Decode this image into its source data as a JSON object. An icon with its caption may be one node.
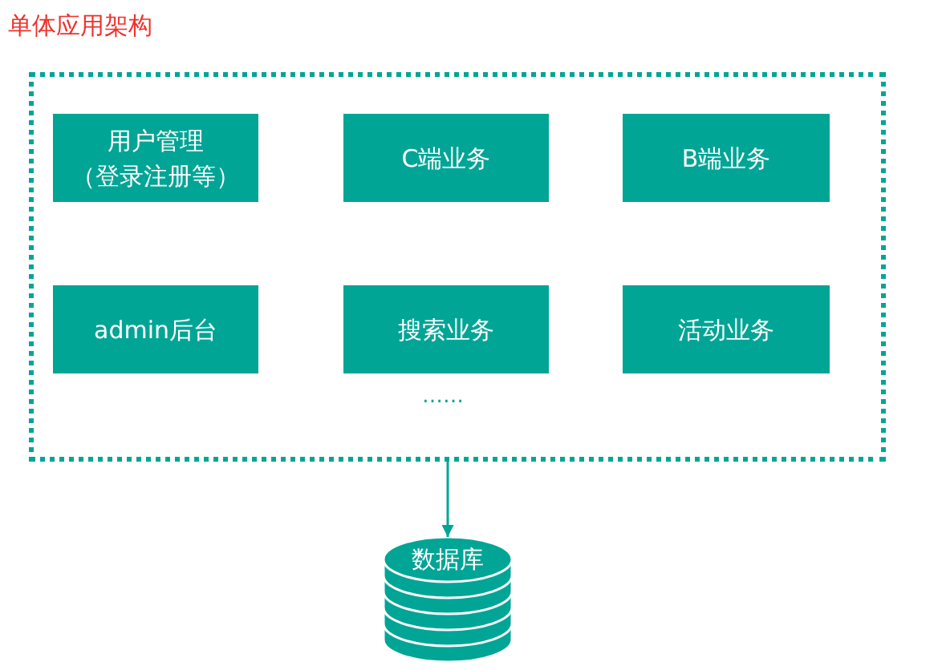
{
  "diagram": {
    "title": "单体应用架构",
    "nodes": [
      {
        "text": [],
        "shape": "box"
      },
      {
        "text": [
          "用户管理（登录注册等）"
        ],
        "in": 0
      },
      {
        "text": [
          "C端业务"
        ],
        "in": 0
      },
      {
        "text": [
          "B端业务"
        ],
        "in": 0
      },
      {
        "text": [
          "admin后台"
        ],
        "in": 0
      },
      {
        "text": [
          "搜索业务"
        ],
        "in": 0
      },
      {
        "text": [
          "活动业务"
        ],
        "in": 0
      },
      {
        "text": [
          "数据库"
        ]
      }
    ],
    "edges": [
      {
        "from": 0,
        "to": 7,
        "arrow": "to"
      }
    ],
    "labels": [
      "……"
    ]
  }
}
